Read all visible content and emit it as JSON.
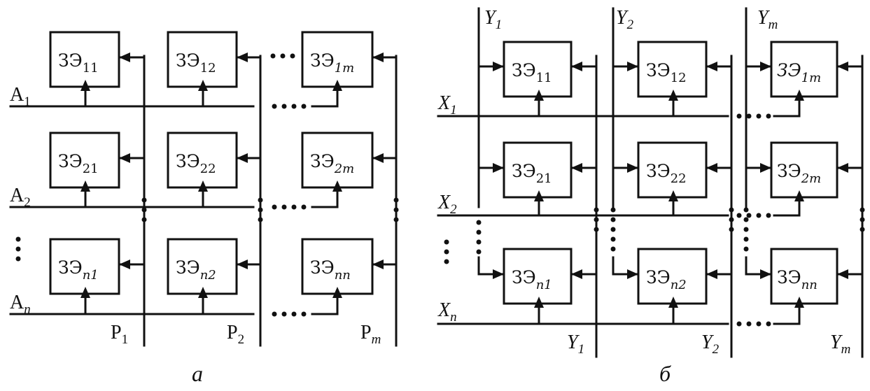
{
  "diagram_a": {
    "caption": "а",
    "cells": [
      {
        "base": "ЗЭ",
        "sub": "11"
      },
      {
        "base": "ЗЭ",
        "sub": "12"
      },
      {
        "base": "ЗЭ",
        "sub": "1m"
      },
      {
        "base": "ЗЭ",
        "sub": "21"
      },
      {
        "base": "ЗЭ",
        "sub": "22"
      },
      {
        "base": "ЗЭ",
        "sub": "2m"
      },
      {
        "base": "ЗЭ",
        "sub": "n1"
      },
      {
        "base": "ЗЭ",
        "sub": "n2"
      },
      {
        "base": "ЗЭ",
        "sub": "nn"
      }
    ],
    "rows": [
      {
        "base": "A",
        "sub": "1"
      },
      {
        "base": "A",
        "sub": "2"
      },
      {
        "base": "A",
        "sub": "n"
      }
    ],
    "cols": [
      {
        "base": "P",
        "sub": "1"
      },
      {
        "base": "P",
        "sub": "2"
      },
      {
        "base": "P",
        "sub": "m"
      }
    ]
  },
  "diagram_b": {
    "caption": "б",
    "cells": [
      {
        "base": "ЗЭ",
        "sub": "11"
      },
      {
        "base": "ЗЭ",
        "sub": "12"
      },
      {
        "base": "ЗЭ",
        "sub": "1m"
      },
      {
        "base": "ЗЭ",
        "sub": "21"
      },
      {
        "base": "ЗЭ",
        "sub": "22"
      },
      {
        "base": "ЗЭ",
        "sub": "2m"
      },
      {
        "base": "ЗЭ",
        "sub": "n1"
      },
      {
        "base": "ЗЭ",
        "sub": "n2"
      },
      {
        "base": "ЗЭ",
        "sub": "nn"
      }
    ],
    "rows": [
      {
        "base": "X",
        "sub": "1"
      },
      {
        "base": "X",
        "sub": "2"
      },
      {
        "base": "X",
        "sub": "n"
      }
    ],
    "cols_top": [
      {
        "base": "Y",
        "sub": "1"
      },
      {
        "base": "Y",
        "sub": "2"
      },
      {
        "base": "Y",
        "sub": "m"
      }
    ],
    "cols_bottom": [
      {
        "base": "Y",
        "sub": "1"
      },
      {
        "base": "Y",
        "sub": "2"
      },
      {
        "base": "Y",
        "sub": "m"
      }
    ]
  }
}
